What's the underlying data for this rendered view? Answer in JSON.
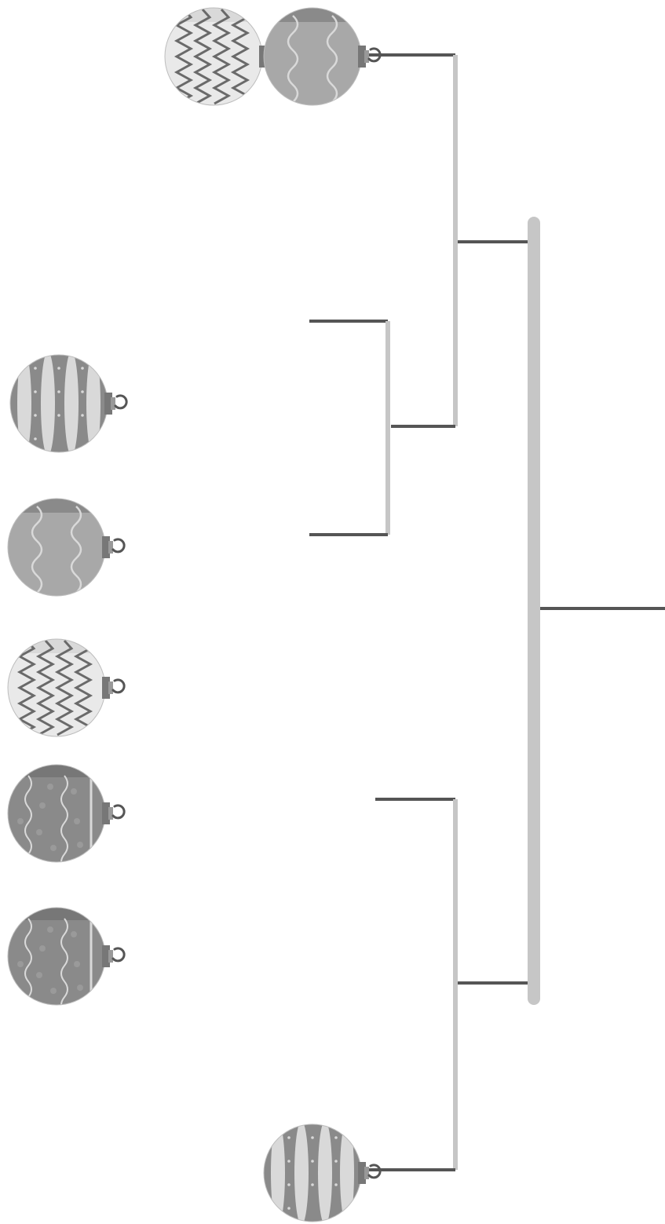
{
  "diagram": {
    "type": "bracket-tree",
    "colors": {
      "connector_dark": "#555555",
      "connector_light": "#c6c6c6",
      "ornament_dark": "#8a8a8a",
      "ornament_mid": "#a8a8a8",
      "ornament_light": "#d9d9d9",
      "ornament_pale": "#e9e9e9",
      "zigzag_line": "#6a6a6a",
      "cap": "#777777"
    },
    "ornaments": [
      {
        "id": "top-zigzag",
        "pattern": "zigzag-light"
      },
      {
        "id": "top-wave",
        "pattern": "wave-mid"
      },
      {
        "id": "left-stripes",
        "pattern": "stripes-dark"
      },
      {
        "id": "left-wave",
        "pattern": "wave-mid"
      },
      {
        "id": "left-zigzag",
        "pattern": "zigzag-light"
      },
      {
        "id": "left-dotted-1",
        "pattern": "wave-dots-dark"
      },
      {
        "id": "left-dotted-2",
        "pattern": "wave-dots-dark"
      },
      {
        "id": "bottom-stripes",
        "pattern": "stripes-dark"
      }
    ]
  }
}
